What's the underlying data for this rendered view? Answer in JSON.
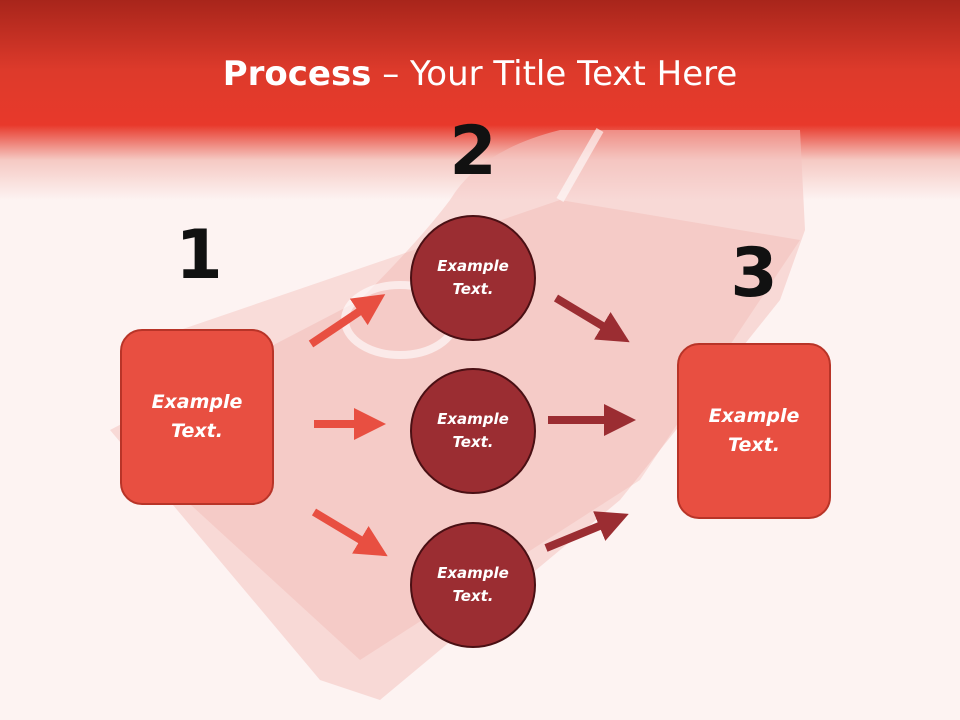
{
  "title": {
    "bold": "Process",
    "rest": " – Your Title Text Here"
  },
  "steps": {
    "one": {
      "number": "1",
      "line1": "Example",
      "line2": "Text."
    },
    "two": {
      "number": "2",
      "circles": [
        {
          "line1": "Example",
          "line2": "Text."
        },
        {
          "line1": "Example",
          "line2": "Text."
        },
        {
          "line1": "Example",
          "line2": "Text."
        }
      ]
    },
    "three": {
      "number": "3",
      "line1": "Example",
      "line2": "Text."
    }
  },
  "colors": {
    "header_red": "#e8392b",
    "box_fill": "#e84f41",
    "circle_fill": "#9b2d32",
    "arrow_light": "#e84f41",
    "arrow_dark": "#9b2d32"
  }
}
